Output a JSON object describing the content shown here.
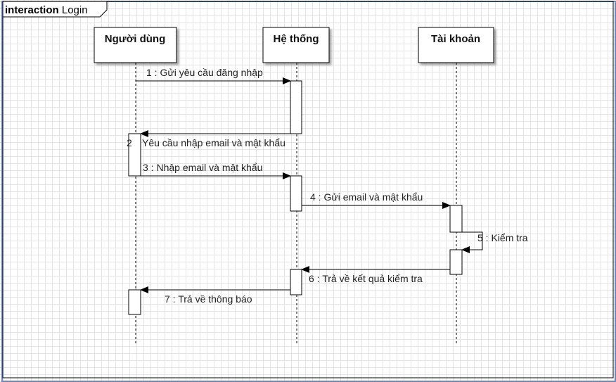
{
  "frame": {
    "keyword": "interaction",
    "name": "Login"
  },
  "lifelines": [
    {
      "name": "Người dùng"
    },
    {
      "name": "Hệ thống"
    },
    {
      "name": "Tài khoản"
    }
  ],
  "messages": [
    {
      "label": "1 : Gửi yêu cầu đăng nhập"
    },
    {
      "number": "2",
      "label": "Yêu cầu nhập email và mật khẩu"
    },
    {
      "label": "3 : Nhập email và mật khẩu"
    },
    {
      "label": "4 : Gửi email và mật khẩu"
    },
    {
      "label": "5 : Kiểm tra"
    },
    {
      "label": "6 : Trả về kết quả kiểm tra"
    },
    {
      "label": "7 : Trả về thông báo"
    }
  ],
  "colors": {
    "frame_border": "#6a87c4",
    "line": "#000000",
    "grid": "#e4e4e4"
  }
}
